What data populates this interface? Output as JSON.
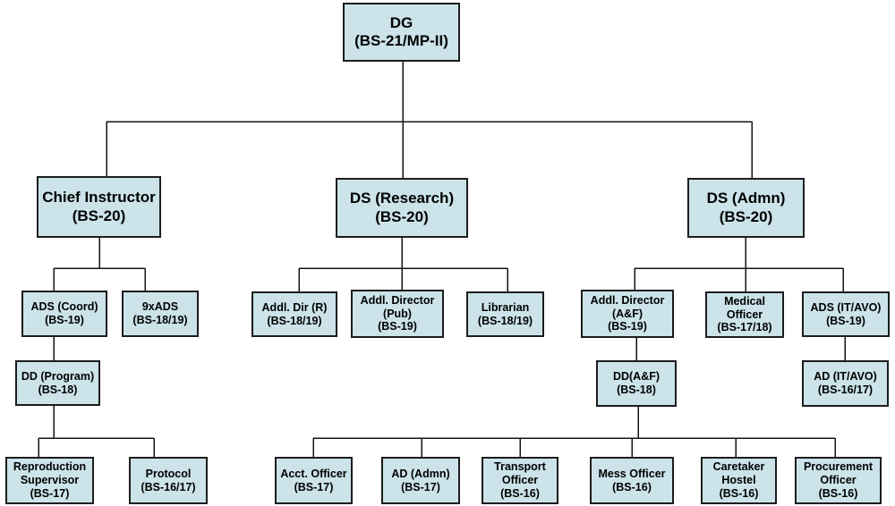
{
  "colors": {
    "box_fill": "#cbe3e9",
    "box_border": "#1c1c1c",
    "line": "#141414"
  },
  "nodes": {
    "dg": {
      "title": "DG",
      "grade": "(BS-21/MP-II)"
    },
    "chief": {
      "title": "Chief Instructor",
      "grade": "(BS-20)"
    },
    "ds_research": {
      "title": "DS (Research)",
      "grade": "(BS-20)"
    },
    "ds_admn": {
      "title": "DS (Admn)",
      "grade": "(BS-20)"
    },
    "ads_coord": {
      "title": "ADS (Coord)",
      "grade": "(BS-19)"
    },
    "ads_9x": {
      "title": "9xADS",
      "grade": "(BS-18/19)"
    },
    "addl_dir_r": {
      "title": "Addl. Dir (R)",
      "grade": "(BS-18/19)"
    },
    "addl_dir_pub": {
      "title": "Addl. Director (Pub)",
      "grade": "(BS-19)"
    },
    "librarian": {
      "title": "Librarian",
      "grade": "(BS-18/19)"
    },
    "addl_dir_af": {
      "title": "Addl. Director (A&F)",
      "grade": "(BS-19)"
    },
    "medical": {
      "title": "Medical Officer",
      "grade": "(BS-17/18)"
    },
    "ads_it_avo": {
      "title": "ADS (IT/AVO)",
      "grade": "(BS-19)"
    },
    "dd_program": {
      "title": "DD (Program)",
      "grade": "(BS-18)"
    },
    "dd_af": {
      "title": "DD(A&F)",
      "grade": "(BS-18)"
    },
    "ad_it_avo": {
      "title": "AD (IT/AVO)",
      "grade": "(BS-16/17)"
    },
    "repro": {
      "title": "Reproduction Supervisor",
      "grade": "(BS-17)"
    },
    "protocol": {
      "title": "Protocol",
      "grade": "(BS-16/17)"
    },
    "acct": {
      "title": "Acct. Officer",
      "grade": "(BS-17)"
    },
    "ad_admn": {
      "title": "AD (Admn)",
      "grade": "(BS-17)"
    },
    "transport": {
      "title": "Transport Officer",
      "grade": "(BS-16)"
    },
    "mess": {
      "title": "Mess Officer",
      "grade": "(BS-16)"
    },
    "caretaker": {
      "title": "Caretaker Hostel",
      "grade": "(BS-16)"
    },
    "procurement": {
      "title": "Procurement Officer",
      "grade": "(BS-16)"
    }
  }
}
